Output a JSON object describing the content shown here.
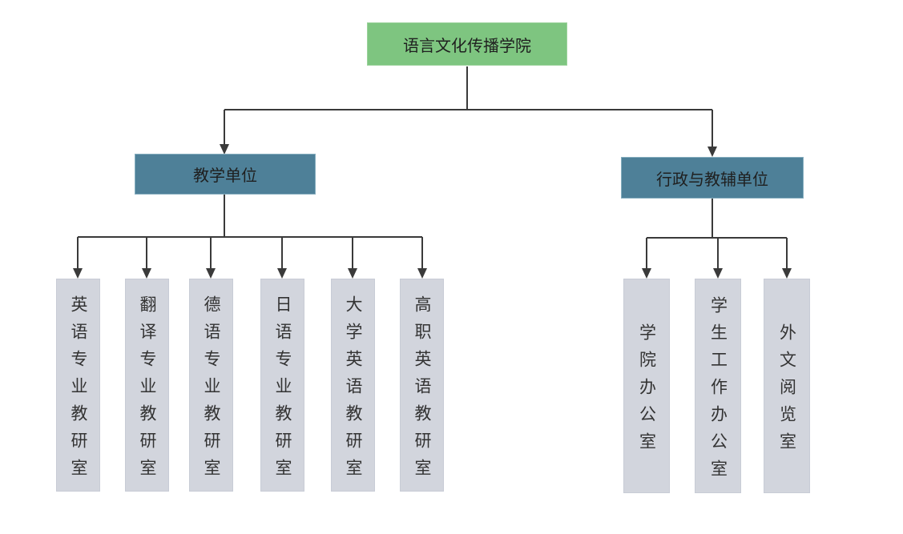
{
  "colors": {
    "root_fill": "#7EC580",
    "branch_fill": "#4E8098",
    "leaf_fill": "#D2D5DD",
    "line": "#3A3A3A"
  },
  "diagram": {
    "type": "org-chart",
    "root": {
      "label": "语言文化传播学院"
    },
    "branches": [
      {
        "label": "教学单位",
        "children": [
          {
            "label": "英语专业教研室"
          },
          {
            "label": "翻译专业教研室"
          },
          {
            "label": "德语专业教研室"
          },
          {
            "label": "日语专业教研室"
          },
          {
            "label": "大学英语教研室"
          },
          {
            "label": "高职英语教研室"
          }
        ]
      },
      {
        "label": "行政与教辅单位",
        "children": [
          {
            "label": "学院办公室"
          },
          {
            "label": "学生工作办公室"
          },
          {
            "label": "外文阅览室"
          }
        ]
      }
    ]
  }
}
